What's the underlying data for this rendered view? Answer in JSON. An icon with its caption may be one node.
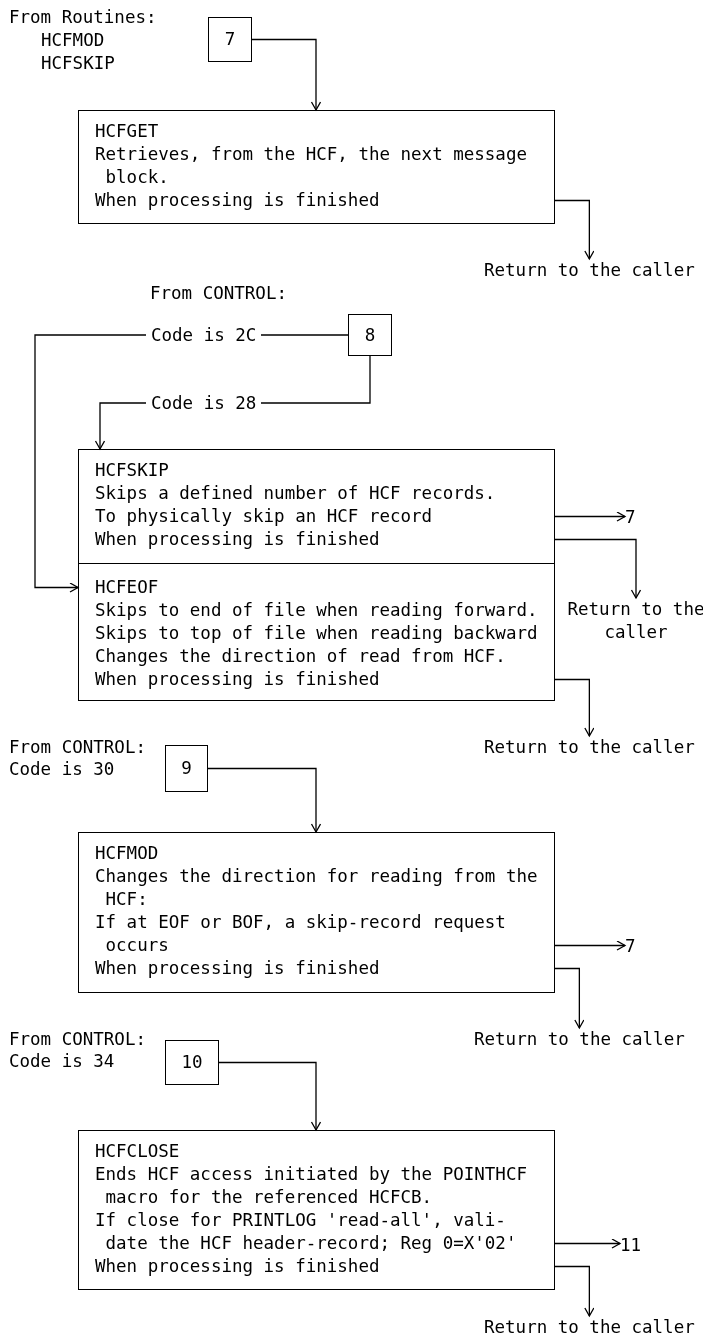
{
  "diagram": {
    "nodes": [
      {
        "text": [
          "7"
        ],
        "beside": [
          "From Routines:",
          "HCFMOD",
          "HCFSKIP"
        ]
      },
      {
        "text": [
          "HCFGET",
          "Retrieves, from the HCF, the next message block.",
          "When processing is finished"
        ]
      },
      {
        "text": [
          "Return to the caller"
        ]
      },
      {
        "text": [
          "8"
        ],
        "beside": [
          "From CONTROL:"
        ]
      },
      {
        "text": [
          "HCFSKIP",
          "Skips a defined number of HCF records.",
          "To physically skip an HCF record",
          "When processing is finished"
        ]
      },
      {
        "text": [
          "HCFEOF",
          "Skips to end of file when reading forward.",
          "Skips to top of file when reading backward",
          "Changes the direction of read from HCF.",
          "When processing is finished"
        ]
      },
      {
        "text": [
          "7"
        ]
      },
      {
        "text": [
          "Return to the caller"
        ]
      },
      {
        "text": [
          "Return to the caller"
        ]
      },
      {
        "text": [
          "9"
        ],
        "beside": [
          "From CONTROL:",
          "Code is 30"
        ]
      },
      {
        "text": [
          "HCFMOD",
          "Changes the direction for reading from the HCF:",
          "If at EOF or BOF, a skip-record request occurs",
          "When processing is finished"
        ]
      },
      {
        "text": [
          "7"
        ]
      },
      {
        "text": [
          "Return to the caller"
        ]
      },
      {
        "text": [
          "10"
        ],
        "beside": [
          "From CONTROL:",
          "Code is 34"
        ]
      },
      {
        "text": [
          "HCFCLOSE",
          "Ends HCF access initiated by the POINTHCF macro for the referenced HCFCB.",
          "If close for PRINTLOG 'read-all', vali- date the HCF header-record; Reg 0=X'02'",
          "When processing is finished"
        ]
      },
      {
        "text": [
          "11"
        ]
      },
      {
        "text": [
          "Return to the caller"
        ]
      }
    ],
    "edges": [
      {
        "from": 0,
        "to": 1,
        "arrow": "to"
      },
      {
        "from": 1,
        "to": 2,
        "arrow": "to"
      },
      {
        "from": 3,
        "to": 5,
        "arrow": "to",
        "label": "Code is 2C"
      },
      {
        "from": 3,
        "to": 4,
        "arrow": "to",
        "label": "Code is 28"
      },
      {
        "from": 4,
        "to": 6,
        "arrow": "to"
      },
      {
        "from": 4,
        "to": 7,
        "arrow": "to"
      },
      {
        "from": 5,
        "to": 8,
        "arrow": "to"
      },
      {
        "from": 9,
        "to": 10,
        "arrow": "to"
      },
      {
        "from": 10,
        "to": 11,
        "arrow": "to"
      },
      {
        "from": 10,
        "to": 12,
        "arrow": "to"
      },
      {
        "from": 13,
        "to": 14,
        "arrow": "to"
      },
      {
        "from": 14,
        "to": 15,
        "arrow": "to"
      },
      {
        "from": 14,
        "to": 16,
        "arrow": "to"
      }
    ]
  }
}
